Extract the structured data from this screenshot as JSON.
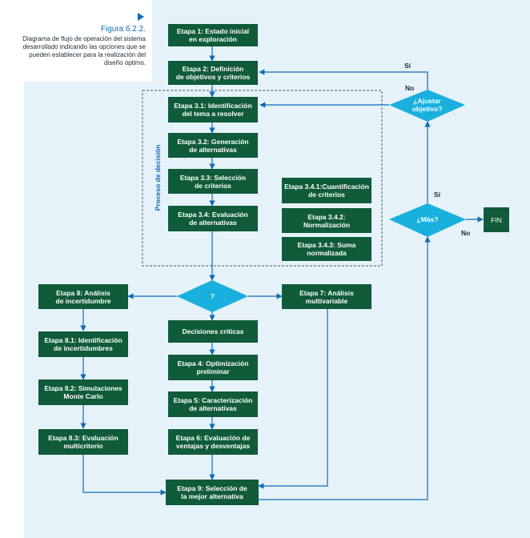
{
  "figure": {
    "title": "Figura 6.2.2.",
    "description": "Diagrama de flujo de operación del sistema desarrollado indicando las opciones que se pueden establecer para la realización del diseño óptimo."
  },
  "group_label": "Proceso de decisión",
  "nodes": {
    "etapa1": "Etapa 1: Estado inicial\nen exploración",
    "etapa2": "Etapa 2: Definición\nde objetivos y criterios",
    "etapa31": "Etapa 3.1: Identificación\ndel tema a resolver",
    "etapa32": "Etapa 3.2: Generación\nde alternativas",
    "etapa33": "Etapa 3.3: Selección\nde criterios",
    "etapa34": "Etapa 3.4: Evaluación\nde alternativas",
    "etapa341": "Etapa 3.4.1:Cuantificación\nde criterios",
    "etapa342": "Etapa 3.4.2:\nNormalización",
    "etapa343": "Etapa 3.4.3: Suma\nnormalizada",
    "decisiones": "Decisiones críticas",
    "etapa4": "Etapa 4: Optimización\npreliminar",
    "etapa5": "Etapa 5: Caracterización\nde alternativas",
    "etapa6": "Etapa 6: Evaluación de\nventajas y desventajas",
    "etapa7": "Etapa 7: Análisis\nmultivariable",
    "etapa8": "Etapa 8: Análisis\nde incertidumbre",
    "etapa81": "Etapa 8.1: Identificación\nde incertidumbres",
    "etapa82": "Etapa 8.2: Simulaciones\nMonte Carlo",
    "etapa83": "Etapa 8.3: Evaluación\nmulticriterio",
    "etapa9": "Etapa 9: Selección de\nla mejor alternativa",
    "fin": "FIN",
    "decision_q": "?",
    "ajustar": "¿Ajustar\nobjetivo?",
    "mas": "¿Más?"
  },
  "edge_labels": {
    "ajustar_si": "Sí",
    "ajustar_no": "No",
    "mas_si": "Sí",
    "mas_no": "No"
  },
  "colors": {
    "box": "#0f5b3a",
    "diamond": "#1ab0de",
    "line": "#0e6cb3",
    "background": "#e6f2fa",
    "dashed": "#4a5a66"
  }
}
